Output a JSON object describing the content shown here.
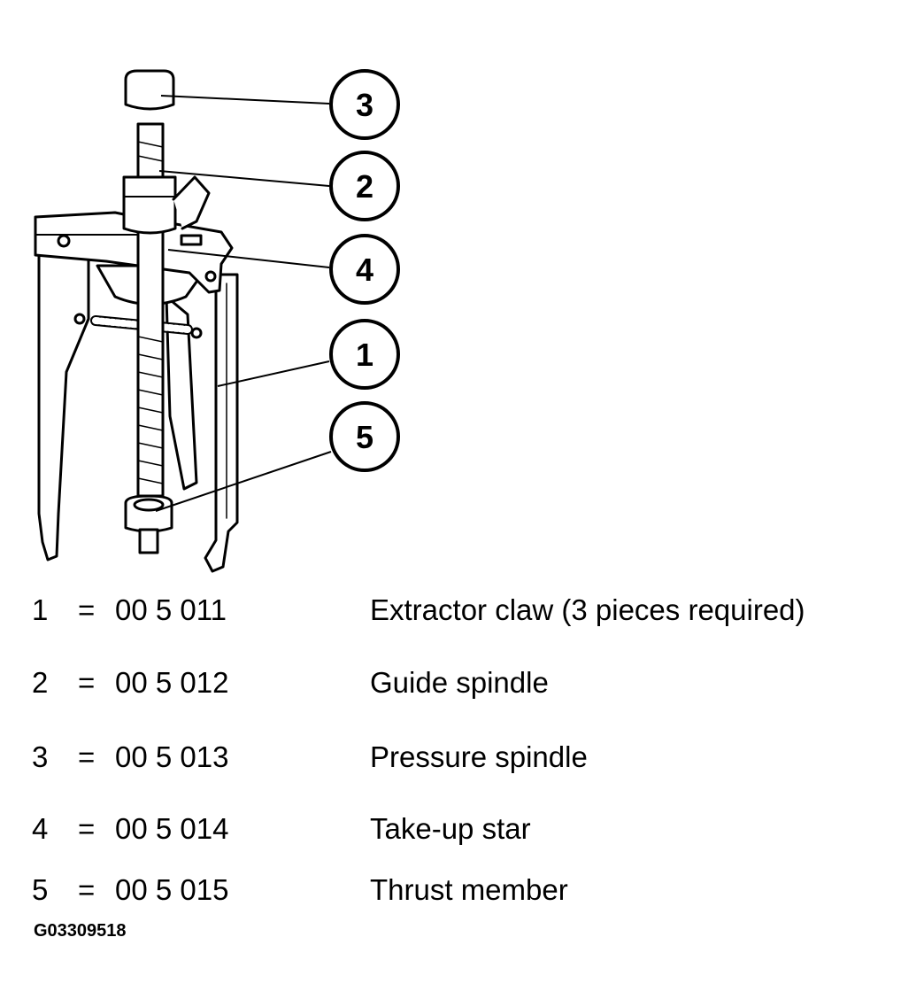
{
  "callouts": [
    {
      "number": "3"
    },
    {
      "number": "2"
    },
    {
      "number": "4"
    },
    {
      "number": "1"
    },
    {
      "number": "5"
    }
  ],
  "legend": [
    {
      "number": "1",
      "eq": "=",
      "code": "00 5 011",
      "description": "Extractor claw (3 pieces required)"
    },
    {
      "number": "2",
      "eq": "=",
      "code": "00 5 012",
      "description": "Guide spindle"
    },
    {
      "number": "3",
      "eq": "=",
      "code": "00 5 013",
      "description": "Pressure spindle"
    },
    {
      "number": "4",
      "eq": "=",
      "code": "00 5 014",
      "description": "Take-up star"
    },
    {
      "number": "5",
      "eq": "=",
      "code": "00 5 015",
      "description": "Thrust member"
    }
  ],
  "figure_code": "G03309518"
}
